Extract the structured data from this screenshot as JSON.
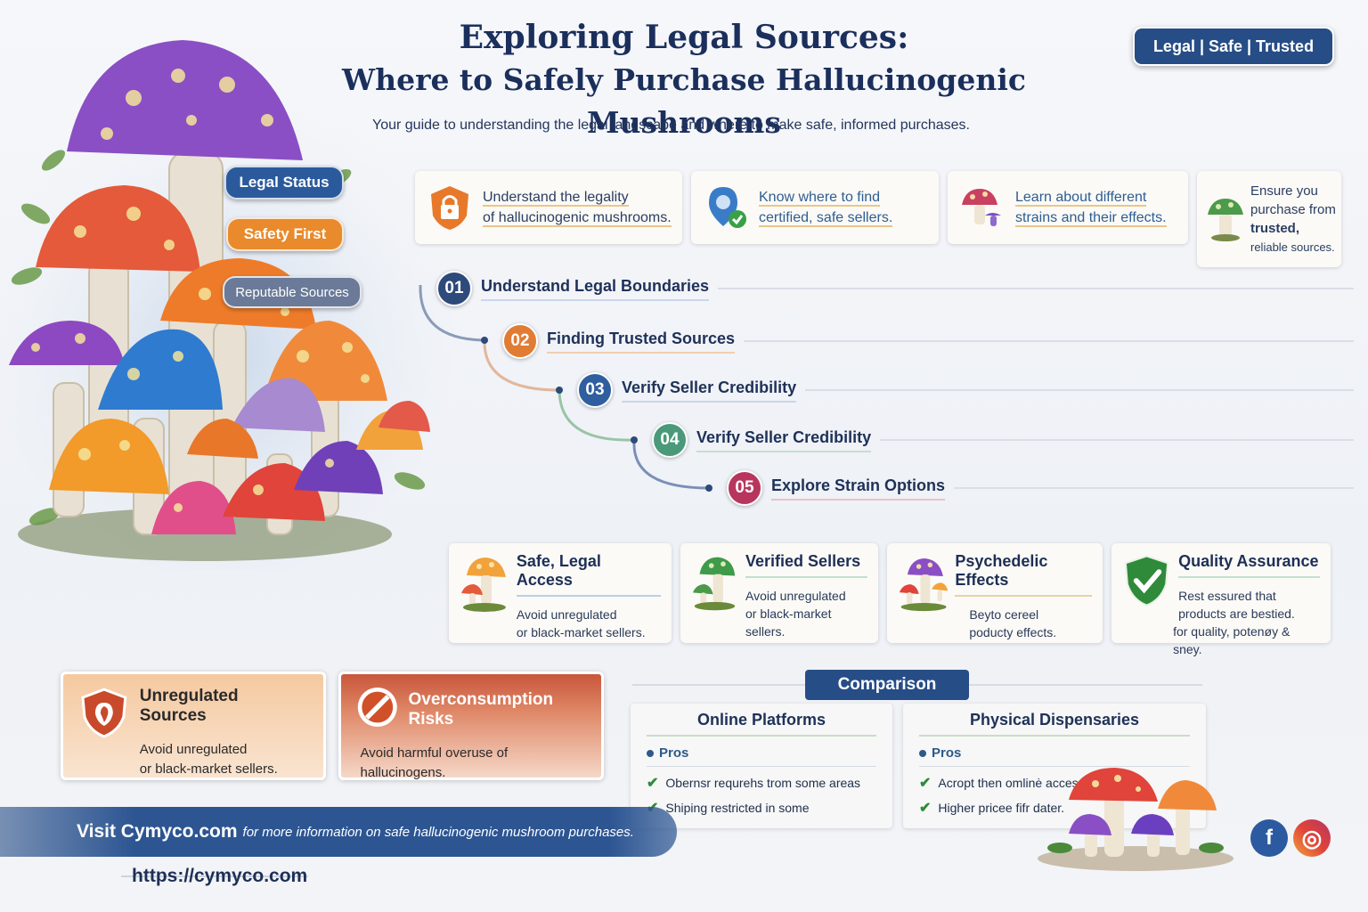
{
  "header": {
    "title_line1": "Exploring Legal Sources:",
    "title_line2": "Where to Safely Purchase Hallucinogenic Mushrooms",
    "subtitle": "Your guide to understanding the legal landscape and where to make safe, informed purchases.",
    "badge": "Legal | Safe | Trusted"
  },
  "tags": {
    "legal": "Legal Status",
    "safety": "Safety First",
    "reputable": "Reputable Sources"
  },
  "features": [
    {
      "line1": "Understand the legality",
      "line2": "of hallucinogenic mushrooms.",
      "icon": "lock-shield-icon"
    },
    {
      "line1": "Know where to find",
      "line2": "certified, safe sellers.",
      "icon": "location-check-icon"
    },
    {
      "line1": "Learn about different",
      "line2": "strains and their effects.",
      "icon": "mushroom-icon"
    },
    {
      "line1": "Ensure you",
      "line2": "purchase from",
      "line3": "trusted,",
      "line4": "reliable sources.",
      "icon": "green-mushroom-icon"
    }
  ],
  "steps": [
    {
      "num": "01",
      "label": "Understand Legal Boundaries",
      "color": "#2d4a7a"
    },
    {
      "num": "02",
      "label": "Finding Trusted Sources",
      "color": "#e07c34"
    },
    {
      "num": "03",
      "label": "Verify Seller Credibility",
      "color": "#2f5f9e"
    },
    {
      "num": "04",
      "label": "Verify Seller Credibility",
      "color": "#4a9a7a"
    },
    {
      "num": "05",
      "label": "Explore Strain Options",
      "color": "#b8365e"
    }
  ],
  "benefits": [
    {
      "title": "Safe, Legal Access",
      "line1": "Avoid unregulated",
      "line2": "or black-market sellers.",
      "line3": "",
      "icon": "orange-mushroom-icon"
    },
    {
      "title": "Verified Sellers",
      "line1": "Avoid unregulated",
      "line2": "or black-market sellers.",
      "line3": "",
      "icon": "green-mushroom-icon"
    },
    {
      "title": "Psychedelic Effects",
      "line1": "Beyto cereel",
      "line2": "poducty effects.",
      "line3": "",
      "icon": "purple-mushroom-icon"
    },
    {
      "title": "Quality Assurance",
      "line1": "Rest essured that",
      "line2": "products are bestied.",
      "line3": "for quality, potenøy & sney.",
      "icon": "shield-check-icon"
    }
  ],
  "warnings": [
    {
      "title": "Unregulated Sources",
      "line1": "Avoid unregulated",
      "line2": "or black-market sellers.",
      "icon": "warning-shield-icon"
    },
    {
      "title": "Overconsumption Risks",
      "line1": "Avoid harmful overuse of",
      "line2": "hallucinogens.",
      "icon": "no-entry-icon"
    }
  ],
  "comparison": {
    "badge": "Comparison",
    "online": {
      "title": "Online Platforms",
      "pros": "Pros",
      "items": [
        "Obernsr requrehs trom some areas",
        "Shiping restricted in some"
      ]
    },
    "physical": {
      "title": "Physical Dispensaries",
      "pros": "Pros",
      "items": [
        "Acropt then omlinė acces",
        "Higher pricee fifr dater."
      ]
    }
  },
  "footer": {
    "site": "Visit Cymyco.com",
    "rest": "for more information on safe hallucinogenic mushroom purchases.",
    "url": "https://cymyco.com"
  },
  "social": {
    "facebook": "f",
    "instagram": "◎"
  }
}
